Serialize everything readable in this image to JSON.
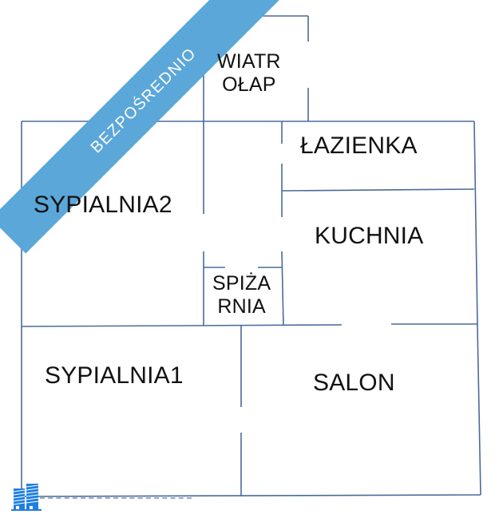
{
  "banner": {
    "text": "BEZPOŚREDNIO",
    "color": "#5ba7d9"
  },
  "wall_color": "#4a6b9a",
  "rooms": [
    {
      "id": "wiatrolap",
      "lines": [
        "WIATR",
        "OŁAP"
      ]
    },
    {
      "id": "lazienka",
      "label": "ŁAZIENKA"
    },
    {
      "id": "sypialnia2",
      "label": "SYPIALNIA2"
    },
    {
      "id": "kuchnia",
      "label": "KUCHNIA"
    },
    {
      "id": "spizarnia",
      "lines": [
        "SPIŻA",
        "RNIA"
      ]
    },
    {
      "id": "sypialnia1",
      "label": "SYPIALNIA1"
    },
    {
      "id": "salon",
      "label": "SALON"
    }
  ],
  "logo": {
    "icon": "buildings-icon",
    "color": "#1e7fe0"
  }
}
